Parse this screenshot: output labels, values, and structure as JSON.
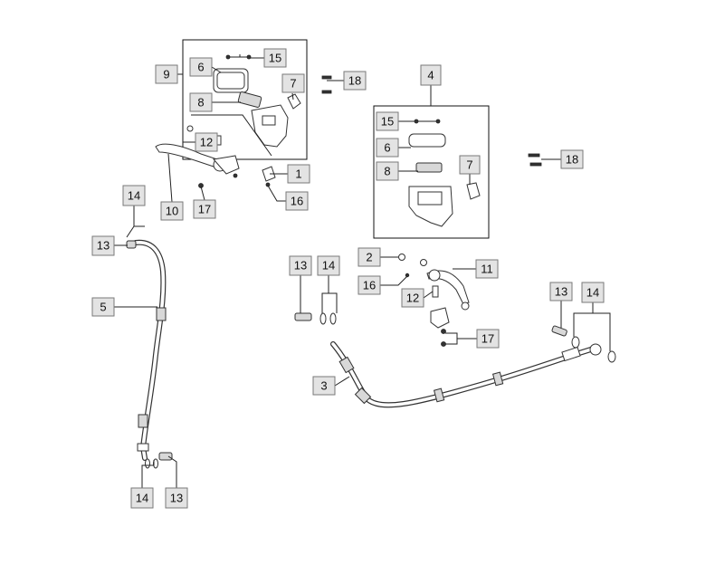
{
  "colors": {
    "label_fill": "#e3e3e3",
    "label_border": "#7a7a7a",
    "line": "#222222",
    "background": "#ffffff"
  },
  "labels": {
    "l1": "1",
    "l2": "2",
    "l3": "3",
    "l4": "4",
    "l5": "5",
    "l6a": "6",
    "l6b": "6",
    "l7a": "7",
    "l7b": "7",
    "l8a": "8",
    "l8b": "8",
    "l9": "9",
    "l10": "10",
    "l11": "11",
    "l12a": "12",
    "l12b": "12",
    "l13a": "13",
    "l13b": "13",
    "l13c": "13",
    "l13d": "13",
    "l14a": "14",
    "l14b": "14",
    "l14c": "14",
    "l14d": "14",
    "l15a": "15",
    "l15b": "15",
    "l16a": "16",
    "l16b": "16",
    "l17a": "17",
    "l17b": "17",
    "l18a": "18",
    "l18b": "18"
  }
}
